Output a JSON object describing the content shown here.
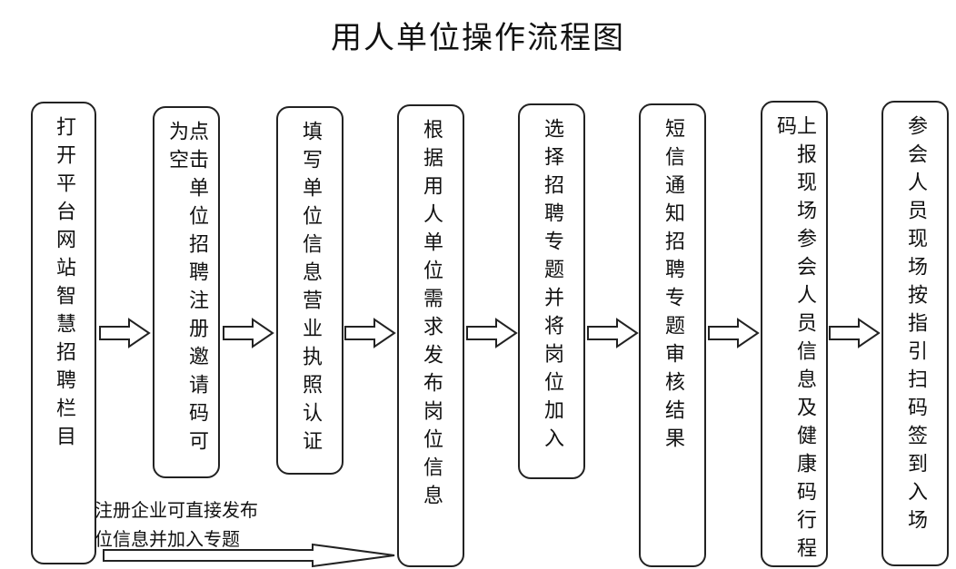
{
  "title": "用人单位操作流程图",
  "steps": [
    {
      "label": "打开平台网站智慧招聘栏目"
    },
    {
      "label": "点击单位招聘注册邀请码可为空"
    },
    {
      "label": "填写单位信息营业执照认证"
    },
    {
      "label": "根据用人单位需求发布岗位信息"
    },
    {
      "label": "选择招聘专题并将岗位加入"
    },
    {
      "label": "短信通知招聘专题审核结果"
    },
    {
      "label": "上报现场参会人员信息及健康码行程码"
    },
    {
      "label": "参会人员现场按指引扫码签到入场"
    }
  ],
  "shortcut_note": {
    "line1": "注册企业可直接发布",
    "line2": "位信息并加入专题"
  }
}
